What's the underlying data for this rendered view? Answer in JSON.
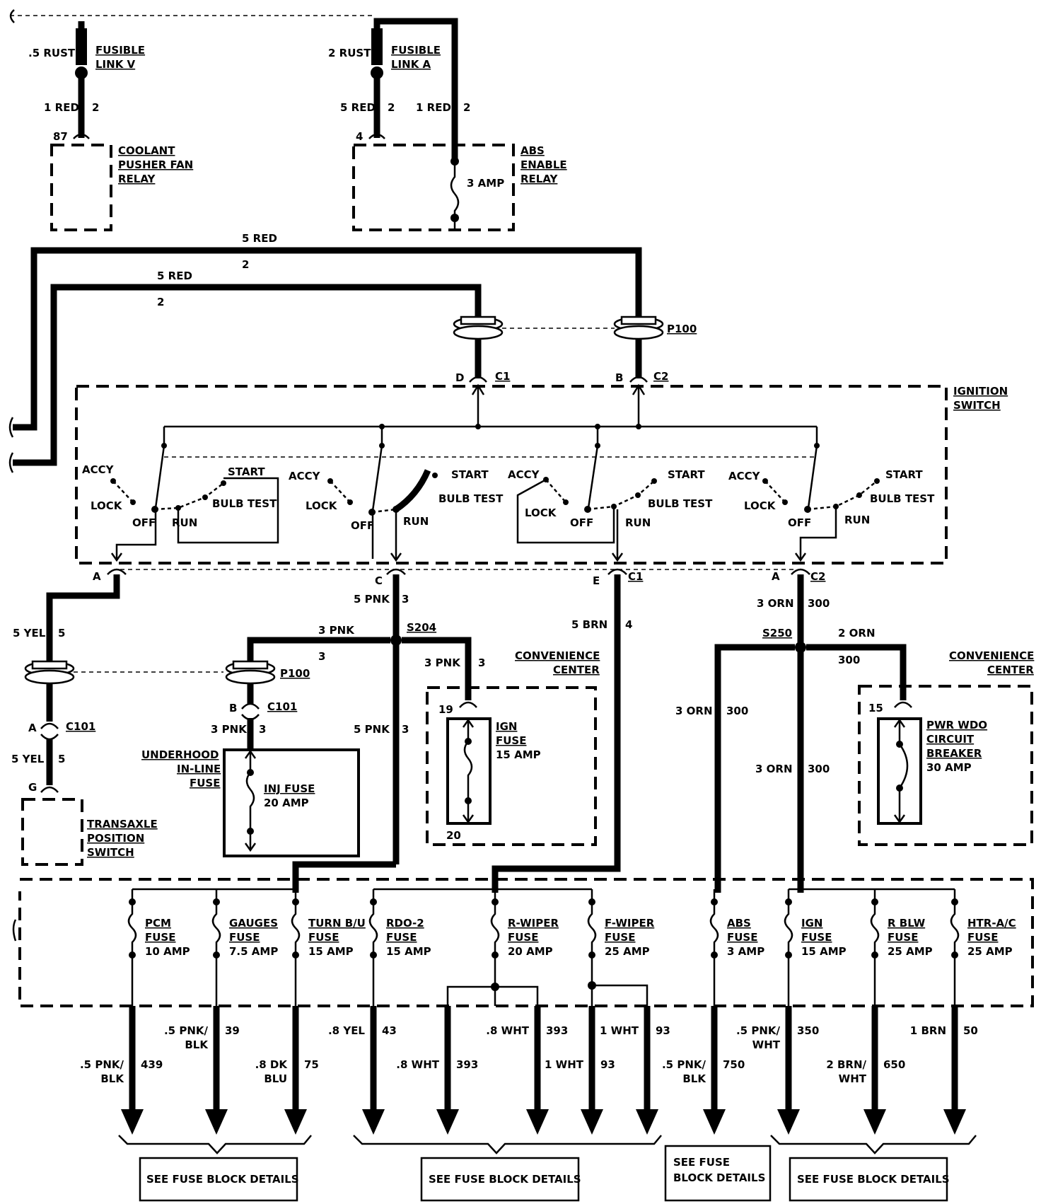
{
  "top": {
    "fusible_v_wire": ".5 RUST",
    "fusible_v": [
      "FUSIBLE",
      "LINK V"
    ],
    "fusible_a_wire": "2 RUST",
    "fusible_a": [
      "FUSIBLE",
      "LINK A"
    ],
    "w1red": "1 RED",
    "w1red_ckt": "2",
    "pin87": "87",
    "coolant_relay": [
      "COOLANT",
      "PUSHER FAN",
      "RELAY"
    ],
    "w5red_a": "5 RED",
    "w5red_a_ckt": "2",
    "pin4": "4",
    "w1red_b": "1 RED",
    "w1red_b_ckt": "2",
    "fuse3amp": "3 AMP",
    "abs_relay": [
      "ABS",
      "ENABLE",
      "RELAY"
    ],
    "bus1_wire": "5 RED",
    "bus1_ckt": "2",
    "bus2_wire": "5 RED",
    "bus2_ckt": "2",
    "p100": "P100",
    "pinD": "D",
    "c1": "C1",
    "pinB": "B",
    "c2": "C2"
  },
  "ignition": {
    "title": [
      "IGNITION",
      "SWITCH"
    ],
    "accy": "ACCY",
    "lock": "LOCK",
    "off": "OFF",
    "run": "RUN",
    "start": "START",
    "bulb": "BULB TEST",
    "pinA": "A",
    "pinC": "C",
    "pinE": "E",
    "c1": "C1",
    "pinA2": "A",
    "c2": "C2"
  },
  "mid": {
    "w5yel": "5 YEL",
    "w5yel_ckt": "5",
    "w5pnk": "5 PNK",
    "w5pnk_ckt": "3",
    "s204": "S204",
    "w3pnk": "3 PNK",
    "w3pnk_ckt": "3",
    "w3pnk2": "3 PNK",
    "w3pnk2_ckt": "3",
    "conv1": [
      "CONVENIENCE",
      "CENTER"
    ],
    "w5brn": "5 BRN",
    "w5brn_ckt": "4",
    "w3orn": "3 ORN",
    "w3orn_ckt": "300",
    "s250": "S250",
    "w2orn": "2 ORN",
    "w2orn_ckt": "300",
    "conv2": [
      "CONVENIENCE",
      "CENTER"
    ],
    "p100": "P100",
    "pinB": "B",
    "c101": "C101",
    "w3pnk3": "3 PNK",
    "w3pnk3_ckt": "3",
    "pinA": "A",
    "c101b": "C101",
    "w5yel2": "5 YEL",
    "w5yel2_ckt": "5",
    "pinG": "G",
    "transaxle": [
      "TRANSAXLE",
      "POSITION",
      "SWITCH"
    ],
    "underhood": [
      "UNDERHOOD",
      "IN-LINE",
      "FUSE"
    ],
    "inj": [
      "INJ FUSE",
      "20 AMP"
    ],
    "w5pnk2": "5 PNK",
    "w5pnk2_ckt": "3",
    "pin19": "19",
    "pin20": "20",
    "ign": [
      "IGN",
      "FUSE",
      "15 AMP"
    ],
    "w3orn2": "3 ORN",
    "w3orn2_ckt": "300",
    "w3orn3": "3 ORN",
    "w3orn3_ckt": "300",
    "pin15": "15",
    "pwr": [
      "PWR WDO",
      "CIRCUIT",
      "BREAKER",
      "30 AMP"
    ]
  },
  "fuses": [
    {
      "name": "PCM",
      "amp": "10 AMP"
    },
    {
      "name": "GAUGES",
      "amp": "7.5 AMP"
    },
    {
      "name": "TURN B/U",
      "amp": "15 AMP"
    },
    {
      "name": "RDO-2",
      "amp": "15 AMP"
    },
    {
      "name": "R-WIPER",
      "amp": "20 AMP"
    },
    {
      "name": "F-WIPER",
      "amp": "25 AMP"
    },
    {
      "name": "ABS",
      "amp": "3 AMP"
    },
    {
      "name": "IGN",
      "amp": "15 AMP"
    },
    {
      "name": "R BLW",
      "amp": "25 AMP"
    },
    {
      "name": "HTR-A/C",
      "amp": "25 AMP"
    }
  ],
  "fuse_word": "FUSE",
  "outputs": [
    {
      "wire": [
        ".5 PNK/",
        "BLK"
      ],
      "ckt": "439"
    },
    {
      "wire": [
        ".5 PNK/",
        "BLK"
      ],
      "ckt": "39"
    },
    {
      "wire": [
        ".8 DK",
        "BLU"
      ],
      "ckt": "75"
    },
    {
      "wire": [
        ".8 YEL"
      ],
      "ckt": "43"
    },
    {
      "wire": [
        ".8 WHT"
      ],
      "ckt": "393"
    },
    {
      "wire": [
        ".8 WHT"
      ],
      "ckt": "393"
    },
    {
      "wire": [
        "1 WHT"
      ],
      "ckt": "93"
    },
    {
      "wire": [
        "1 WHT"
      ],
      "ckt": "93"
    },
    {
      "wire": [
        ".5 PNK/",
        "BLK"
      ],
      "ckt": "750"
    },
    {
      "wire": [
        ".5 PNK/",
        "WHT"
      ],
      "ckt": "350"
    },
    {
      "wire": [
        "2 BRN/",
        "WHT"
      ],
      "ckt": "650"
    },
    {
      "wire": [
        "1 BRN"
      ],
      "ckt": "50"
    }
  ],
  "bottom": {
    "see1": "SEE FUSE BLOCK DETAILS",
    "see2": "SEE FUSE BLOCK DETAILS",
    "see3": [
      "SEE FUSE",
      "BLOCK DETAILS"
    ],
    "see4": "SEE FUSE BLOCK DETAILS"
  }
}
